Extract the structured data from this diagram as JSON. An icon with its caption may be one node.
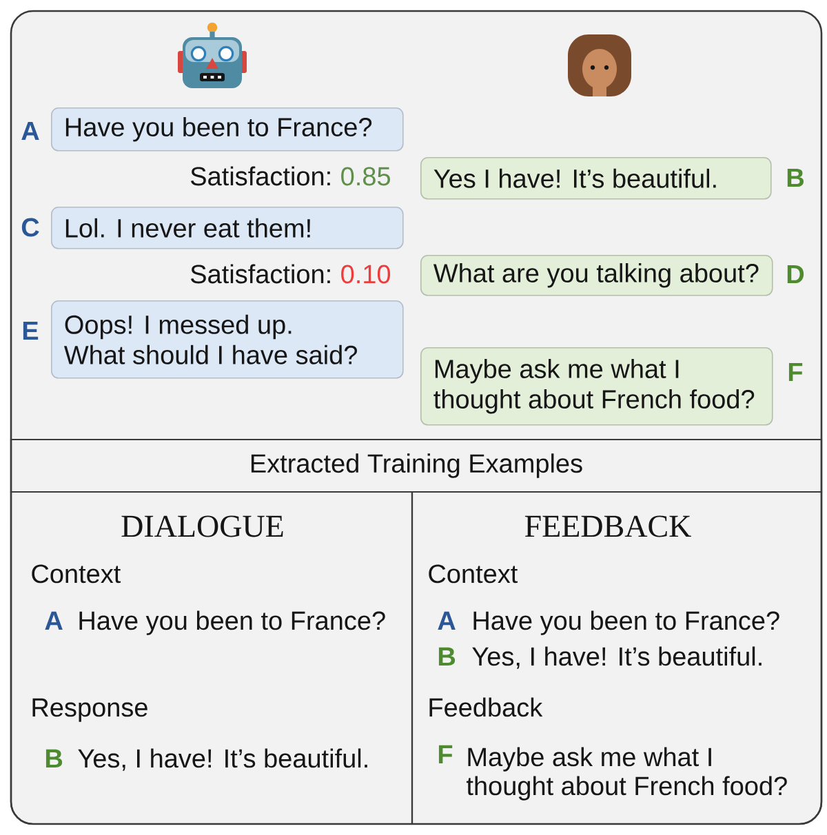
{
  "diagram": {
    "nodes": [
      {
        "text": [
          "Have you been to France?"
        ],
        "beside": [
          "A"
        ]
      },
      {
        "text": [
          "Yes I have! It’s beautiful."
        ],
        "beside": [
          "B"
        ]
      },
      {
        "text": [
          "Lol. I never eat them!"
        ],
        "beside": [
          "C"
        ]
      },
      {
        "text": [
          "What are you talking about?"
        ],
        "beside": [
          "D"
        ]
      },
      {
        "text": [
          "Oops! I messed up. What should I have said?"
        ],
        "beside": [
          "E"
        ]
      },
      {
        "text": [
          "Maybe ask me what I thought about French food?"
        ],
        "beside": [
          "F"
        ]
      },
      {
        "text": [
          "Extracted Training Examples"
        ]
      },
      {
        "text": [
          "DIALOGUE",
          "Context",
          "A",
          "Have you been to France?",
          "Response",
          "B",
          "Yes, I have! It’s beautiful."
        ]
      },
      {
        "text": [
          "FEEDBACK",
          "Context",
          "A",
          "Have you been to France?",
          "B",
          "Yes, I have! It’s beautiful.",
          "Feedback",
          "F",
          "Maybe ask me what I thought about French food?"
        ]
      }
    ],
    "labels": [
      "Satisfaction:",
      "0.85",
      "Satisfaction:",
      "0.10"
    ]
  }
}
